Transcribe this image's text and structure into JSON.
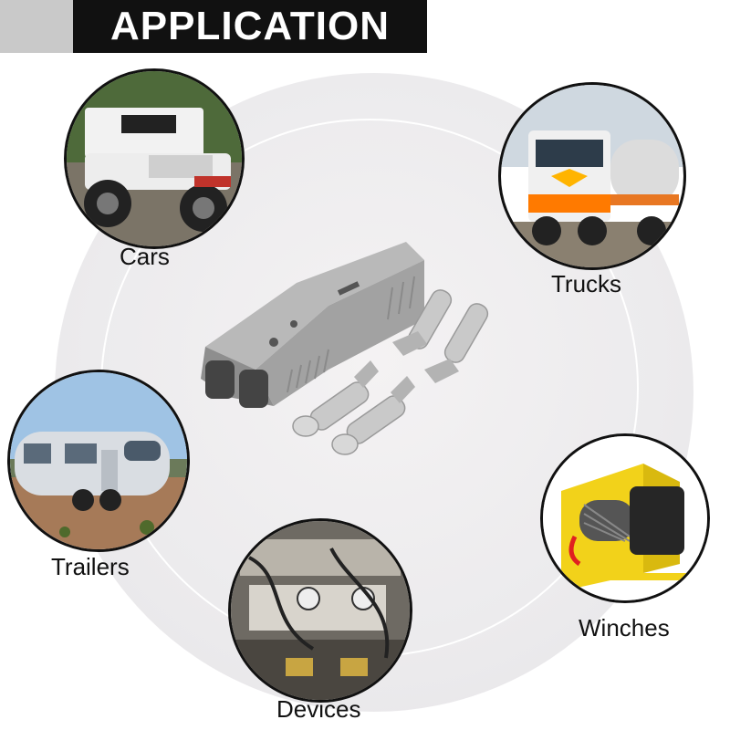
{
  "title": "APPLICATION",
  "applications": [
    {
      "id": "cars",
      "label": "Cars"
    },
    {
      "id": "trucks",
      "label": "Trucks"
    },
    {
      "id": "trailers",
      "label": "Trailers"
    },
    {
      "id": "devices",
      "label": "Devices"
    },
    {
      "id": "winches",
      "label": "Winches"
    }
  ],
  "colors": {
    "title_bar": "#111111",
    "title_text": "#ffffff",
    "connector": "#a7a7a7",
    "winch_frame": "#f2d21a"
  },
  "icons": [
    "jeep-photo",
    "truck-photo",
    "trailer-photo",
    "devices-photo",
    "winch-photo",
    "connector-photo"
  ]
}
